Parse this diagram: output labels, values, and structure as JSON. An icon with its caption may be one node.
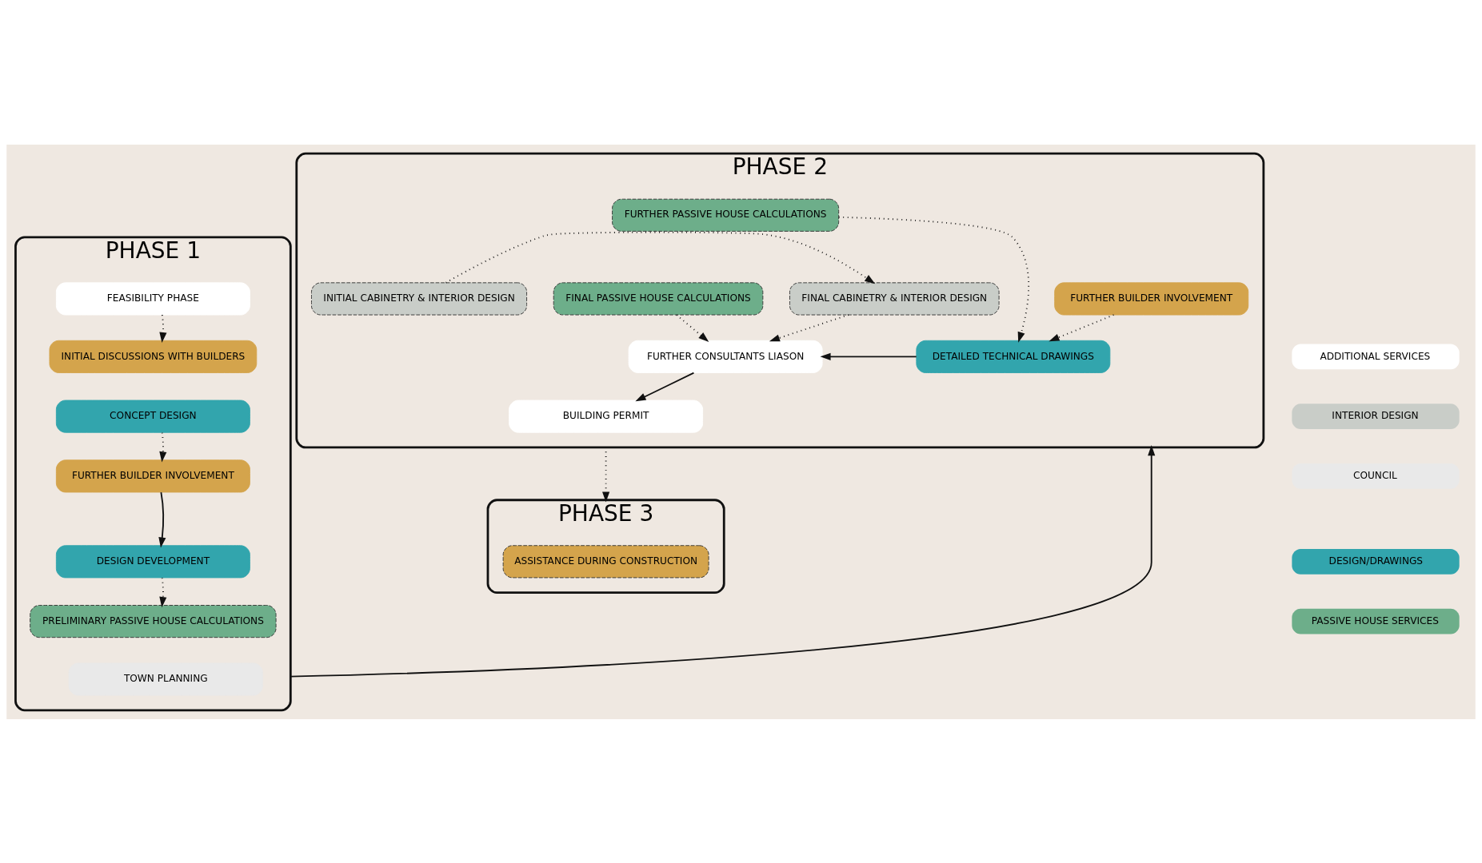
{
  "diagram": {
    "nodes": [
      {
        "text": [
          "PHASE 1"
        ]
      },
      {
        "text": [
          "FEASIBILITY PHASE"
        ],
        "in": 0
      },
      {
        "text": [
          "INITIAL DISCUSSIONS WITH BUILDERS"
        ],
        "in": 0
      },
      {
        "text": [
          "CONCEPT DESIGN"
        ],
        "in": 0
      },
      {
        "text": [
          "FURTHER BUILDER INVOLVEMENT"
        ],
        "in": 0
      },
      {
        "text": [
          "DESIGN DEVELOPMENT"
        ],
        "in": 0
      },
      {
        "text": [
          "PRELIMINARY PASSIVE HOUSE CALCULATIONS"
        ],
        "in": 0
      },
      {
        "text": [
          "TOWN PLANNING"
        ],
        "in": 0
      },
      {
        "text": [
          "PHASE 2"
        ]
      },
      {
        "text": [
          "FURTHER BUILDER INVOLVEMENT"
        ],
        "in": 8
      },
      {
        "text": [
          "FINAL PASSIVE HOUSE CALCULATIONS"
        ],
        "in": 8
      },
      {
        "text": [
          "DETAILED TECHNICAL DRAWINGS"
        ],
        "in": 8
      },
      {
        "text": [
          "FURTHER CONSULTANTS LIASON"
        ],
        "in": 8
      },
      {
        "text": [
          "FURTHER PASSIVE HOUSE CALCULATIONS"
        ],
        "in": 8
      },
      {
        "text": [
          "INITIAL CABINETRY & INTERIOR DESIGN"
        ],
        "in": 8
      },
      {
        "text": [
          "FINAL CABINETRY & INTERIOR DESIGN"
        ],
        "in": 8
      },
      {
        "text": [
          "BUILDING PERMIT"
        ],
        "in": 8
      },
      {
        "text": [
          "PHASE 3"
        ]
      },
      {
        "text": [
          "ASSISTANCE DURING CONSTRUCTION"
        ],
        "in": 17
      }
    ],
    "edges": [
      {
        "from": 1,
        "to": 2,
        "arrow": "to",
        "style": "dashed"
      },
      {
        "from": 3,
        "to": 4,
        "arrow": "to",
        "style": "dashed"
      },
      {
        "from": 4,
        "to": 5,
        "arrow": "to"
      },
      {
        "from": 5,
        "to": 6,
        "arrow": "to",
        "style": "dashed"
      },
      {
        "from": 0,
        "to": 8,
        "arrow": "to"
      },
      {
        "from": 9,
        "to": 11,
        "arrow": "to",
        "style": "dashed"
      },
      {
        "from": 13,
        "to": 11,
        "arrow": "to",
        "style": "dashed"
      },
      {
        "from": 11,
        "to": 12,
        "arrow": "to"
      },
      {
        "from": 10,
        "to": 12,
        "arrow": "to",
        "style": "dashed"
      },
      {
        "from": 14,
        "to": 15,
        "arrow": "to",
        "style": "dashed"
      },
      {
        "from": 15,
        "to": 12,
        "arrow": "to",
        "style": "dashed"
      },
      {
        "from": 12,
        "to": 16,
        "arrow": "to"
      },
      {
        "from": 8,
        "to": 17,
        "arrow": "to",
        "style": "dashed"
      }
    ],
    "legend": [
      {
        "text": "ADDITIONAL SERVICES",
        "color": "#ffffff"
      },
      {
        "text": "INTERIOR DESIGN",
        "color": "#c9cdc8"
      },
      {
        "text": "COUNCIL",
        "color": "#e9e9e9"
      },
      {
        "text": "DESIGN/DRAWINGS",
        "color": "#32a5ad"
      },
      {
        "text": "PASSIVE HOUSE SERVICES",
        "color": "#6dae8a"
      }
    ]
  }
}
